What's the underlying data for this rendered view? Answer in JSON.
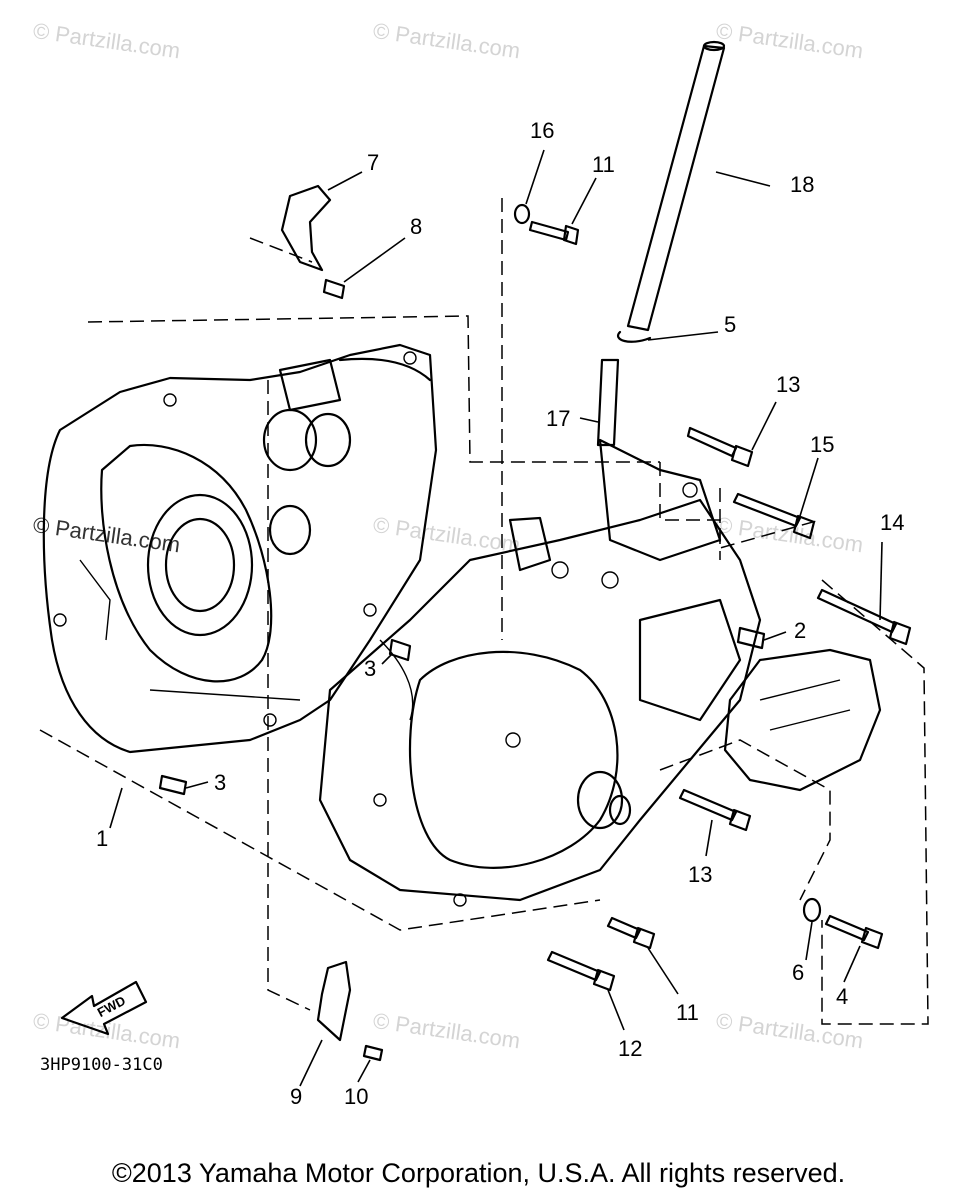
{
  "watermark": "© Partzilla.com",
  "callouts": {
    "n1": "1",
    "n2": "2",
    "n3a": "3",
    "n3b": "3",
    "n4": "4",
    "n5": "5",
    "n6": "6",
    "n7": "7",
    "n8": "8",
    "n9": "9",
    "n10": "10",
    "n11a": "11",
    "n11b": "11",
    "n12": "12",
    "n13a": "13",
    "n13b": "13",
    "n14": "14",
    "n15": "15",
    "n16": "16",
    "n17": "17",
    "n18": "18"
  },
  "fwd_label": "FWD",
  "diagram_code": "3HP9100-31C0",
  "copyright": "©2013 Yamaha Motor Corporation, U.S.A. All rights reserved."
}
